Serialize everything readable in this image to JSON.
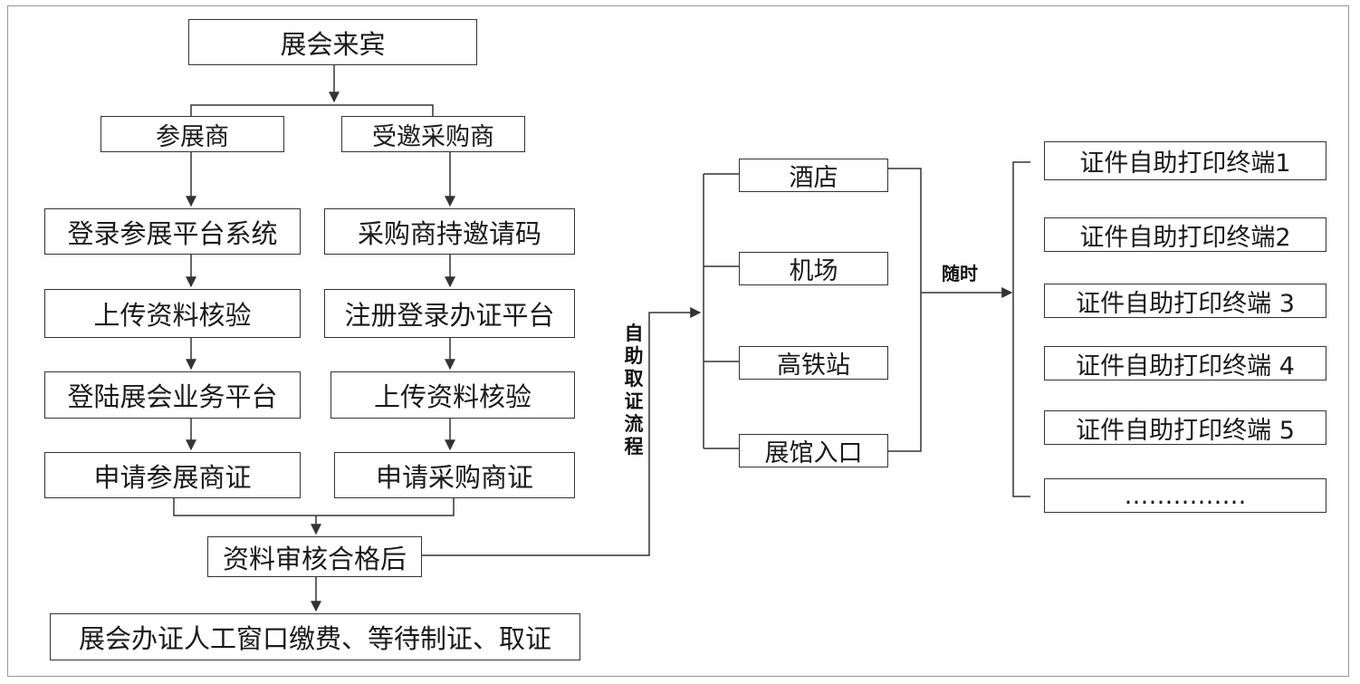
{
  "colors": {
    "line": "#333333",
    "text": "#1a1a1a",
    "frame": "#999999"
  },
  "root": "展会来宾",
  "exhibitor_flow": [
    "参展商",
    "登录参展平台系统",
    "上传资料核验",
    "登陆展会业务平台",
    "申请参展商证"
  ],
  "buyer_flow": [
    "受邀采购商",
    "采购商持邀请码",
    "注册登录办证平台",
    "上传资料核验",
    "申请采购商证"
  ],
  "approved": "资料审核合格后",
  "manual_window": "展会办证人工窗口缴费、等待制证、取证",
  "self_service_label": "自助取证流程",
  "locations": [
    "酒店",
    "机场",
    "高铁站",
    "展馆入口"
  ],
  "anytime_label": "随时",
  "terminals": [
    "证件自助打印终端1",
    "证件自助打印终端2",
    "证件自助打印终端 3",
    "证件自助打印终端 4",
    "证件自助打印终端 5",
    "……………"
  ]
}
